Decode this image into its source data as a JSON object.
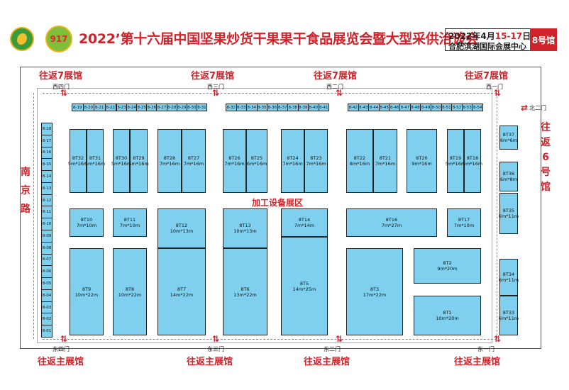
{
  "header": {
    "logo1_text": "",
    "logo2_text": "917",
    "title": "2022’第十六届中国坚果炒货干果果干食品展览会暨大型采供洽谈会",
    "date_prefix": "2022年4月",
    "date_days": "15-17",
    "date_suffix": "日",
    "venue": "合肥滨湖国际会展中心",
    "hall_number": "8号馆"
  },
  "colors": {
    "accent_red": "#d2232a",
    "booth_blue": "#7fd0ef"
  },
  "directions": {
    "top": [
      "往返7展馆",
      "往返7展馆",
      "往返7展馆",
      "往返7展馆"
    ],
    "bottom": [
      "往返主展馆",
      "往返主展馆",
      "往返主展馆",
      "往返主展馆"
    ],
    "left": [
      "南",
      "京",
      "路"
    ],
    "right": [
      "往",
      "返",
      "6",
      "号",
      "馆"
    ]
  },
  "gates": {
    "top": [
      "西四门",
      "西三门",
      "西二门",
      "西一门"
    ],
    "bottom": [
      "东四门",
      "东三门",
      "东二门",
      "东一门"
    ],
    "right": "北二门"
  },
  "zone_label": "加工设备展区",
  "top_row": [
    [
      "8-19",
      "8-20",
      "8-21",
      "8-22"
    ],
    [
      "8-23",
      "8-24",
      "8-25",
      "8-26",
      "8-27",
      "8-28",
      "8-29",
      "8-30",
      "8-31"
    ],
    [
      "8-32",
      "8-33",
      "8-34",
      "8-35",
      "8-36",
      "8-37",
      "8-38",
      "8-39",
      "8-40",
      "8-41"
    ],
    [
      "8-42",
      "8-43",
      "8-44",
      "8-45",
      "8-46",
      "8-47",
      "8-48",
      "8-49",
      "8-50",
      "8-51",
      "8-52",
      "8-53",
      "8-54"
    ]
  ],
  "left_column": [
    "8-18",
    "8-17",
    "8-16",
    "8-15",
    "8-14",
    "8-13",
    "8-12",
    "8-11",
    "8-10",
    "8-09",
    "8-08",
    "8-07",
    "8-06",
    "8-05",
    "8-04",
    "8-03",
    "8-02",
    "8-01"
  ],
  "booths": {
    "8T32": {
      "id": "8T32",
      "size": "5m*16m"
    },
    "8T31": {
      "id": "8T31",
      "size": "5m*16m"
    },
    "8T30": {
      "id": "8T30",
      "size": "5m*16m"
    },
    "8T29": {
      "id": "8T29",
      "size": "5m*16m"
    },
    "8T28": {
      "id": "8T28",
      "size": "7m*16m"
    },
    "8T27": {
      "id": "8T27",
      "size": "7m*16m"
    },
    "8T26": {
      "id": "8T26",
      "size": "7m*16m"
    },
    "8T25": {
      "id": "8T25",
      "size": "6m*16m"
    },
    "8T24": {
      "id": "8T24",
      "size": "7m*16m"
    },
    "8T23": {
      "id": "8T23",
      "size": "7m*16m"
    },
    "8T22": {
      "id": "8T22",
      "size": "8m*16m"
    },
    "8T21": {
      "id": "8T21",
      "size": "7m*16m"
    },
    "8T20": {
      "id": "8T20",
      "size": "9m*16m"
    },
    "8T19": {
      "id": "8T19",
      "size": "5m*16m"
    },
    "8T18": {
      "id": "8T18",
      "size": "5m*16m"
    },
    "8T37": {
      "id": "8T37",
      "size": "6m*6m"
    },
    "8T36": {
      "id": "8T36",
      "size": "6m*8m"
    },
    "8T35": {
      "id": "8T35",
      "size": "6m*11m"
    },
    "8T34": {
      "id": "8T34",
      "size": "6m*11m"
    },
    "8T33": {
      "id": "8T33",
      "size": "6m*11m"
    },
    "8T10": {
      "id": "8T10",
      "size": "7m*10m"
    },
    "8T11": {
      "id": "8T11",
      "size": "7m*10m"
    },
    "8T12": {
      "id": "8T12",
      "size": "10m*13m"
    },
    "8T13": {
      "id": "8T13",
      "size": "10m*13m"
    },
    "8T14": {
      "id": "8T14",
      "size": "7m*14m"
    },
    "8T16": {
      "id": "8T16",
      "size": "7m*27m"
    },
    "8T17": {
      "id": "8T17",
      "size": "7m*10m"
    },
    "8T9": {
      "id": "8T9",
      "size": "10m*22m"
    },
    "8T8": {
      "id": "8T8",
      "size": "10m*22m"
    },
    "8T7": {
      "id": "8T7",
      "size": "14m*22m"
    },
    "8T6": {
      "id": "8T6",
      "size": "13m*22m"
    },
    "8T5": {
      "id": "8T5",
      "size": "14m*25m"
    },
    "8T3": {
      "id": "8T3",
      "size": "17m*22m"
    },
    "8T2": {
      "id": "8T2",
      "size": "9m*20m"
    },
    "8T1": {
      "id": "8T1",
      "size": "10m*20m"
    }
  }
}
